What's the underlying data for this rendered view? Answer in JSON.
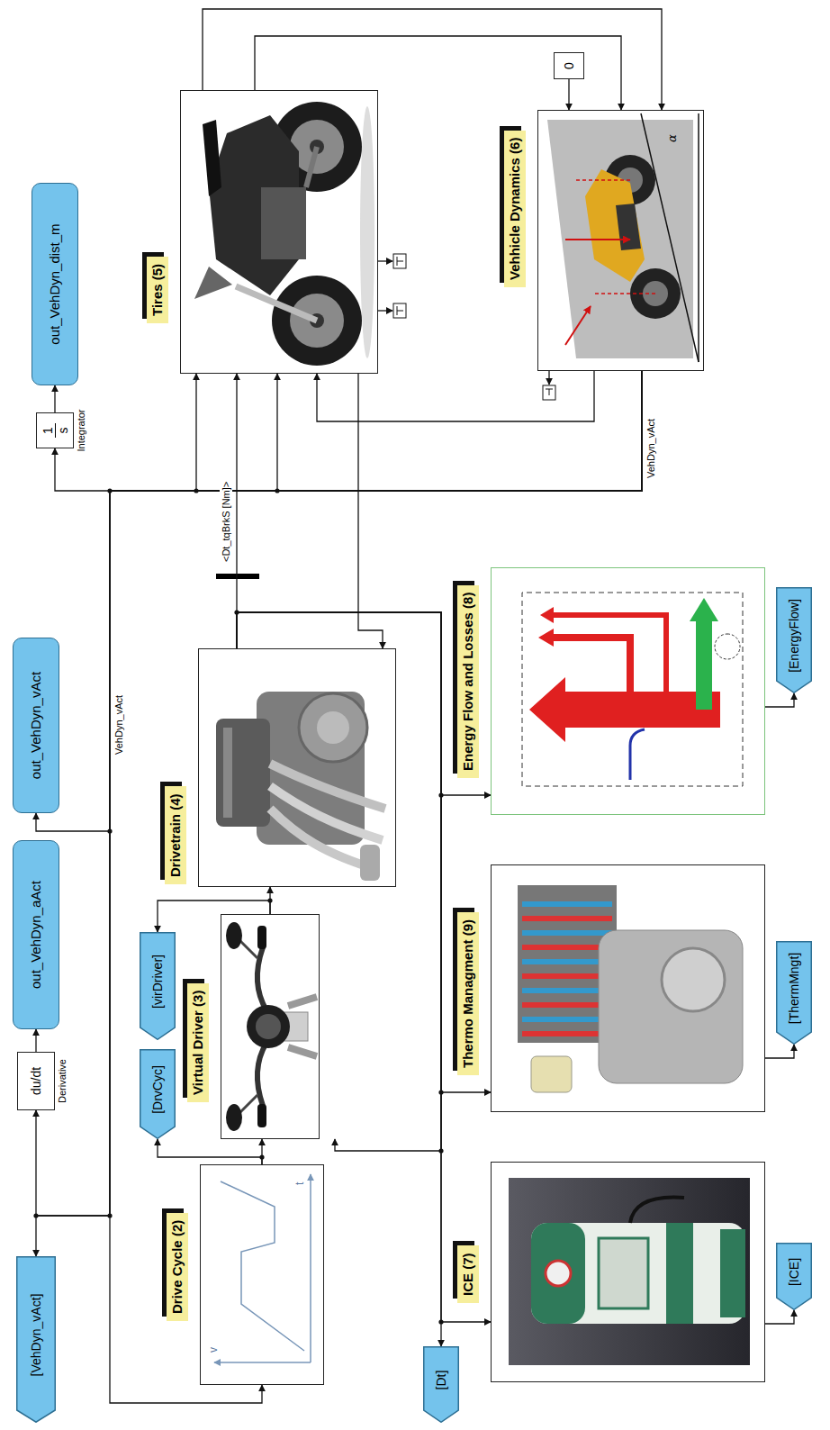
{
  "diagram": {
    "nodes": [
      {
        "text": [
          "[VehDyn_vAct]"
        ]
      },
      {
        "text": [
          "du/dt",
          "Derivative"
        ]
      },
      {
        "text": [
          "out_VehDyn_aAct"
        ]
      },
      {
        "text": [
          "out_VehDyn_vAct"
        ]
      },
      {
        "text": [
          "1",
          "s",
          "Integrator"
        ]
      },
      {
        "text": [
          "out_VehDyn_dist_m"
        ]
      },
      {
        "text": [
          "Drive Cycle (2)"
        ]
      },
      {
        "text": [
          "[DrvCyc]"
        ]
      },
      {
        "text": [
          "Virtual Driver (3)"
        ]
      },
      {
        "text": [
          "[virDriver]"
        ]
      },
      {
        "text": [
          "Drivetrain (4)"
        ]
      },
      {
        "text": [
          "Tires (5)"
        ]
      },
      {
        "text": [
          "Vehhicle Dynamics (6)"
        ]
      },
      {
        "text": [
          "0"
        ]
      },
      {
        "text": [
          "[Dt]"
        ]
      },
      {
        "text": [
          "ICE (7)"
        ]
      },
      {
        "text": [
          "[ICE]"
        ]
      },
      {
        "text": [
          "Thermo Managment (9)"
        ]
      },
      {
        "text": [
          "[ThermMngt]"
        ]
      },
      {
        "text": [
          "Energy Flow and Losses (8)"
        ]
      },
      {
        "text": [
          "[EnergyFlow]"
        ]
      }
    ],
    "edges": [
      {
        "from": 12,
        "to": 4,
        "arrow": "to"
      },
      {
        "from": 4,
        "to": 5,
        "arrow": "to"
      },
      {
        "from": 12,
        "to": 3,
        "arrow": "to"
      },
      {
        "from": 12,
        "to": 1,
        "arrow": "to"
      },
      {
        "from": 1,
        "to": 2,
        "arrow": "to"
      },
      {
        "from": 12,
        "to": 0,
        "arrow": "to"
      },
      {
        "from": 12,
        "to": 6,
        "arrow": "to"
      },
      {
        "from": 6,
        "to": 8,
        "arrow": "to"
      },
      {
        "from": 6,
        "to": 7,
        "arrow": "to"
      },
      {
        "from": 8,
        "to": 10,
        "arrow": "to"
      },
      {
        "from": 8,
        "to": 9,
        "arrow": "to"
      },
      {
        "from": 10,
        "to": 11,
        "label": "<Dt_tqBrkS [Nm]>",
        "arrow": "to"
      },
      {
        "from": 10,
        "to": 14,
        "arrow": "to"
      },
      {
        "from": 10,
        "to": 15,
        "arrow": "to"
      },
      {
        "from": 10,
        "to": 17,
        "arrow": "to"
      },
      {
        "from": 10,
        "to": 19,
        "arrow": "to"
      },
      {
        "from": 10,
        "to": 8,
        "arrow": "to"
      },
      {
        "from": 15,
        "to": 16,
        "arrow": "to"
      },
      {
        "from": 17,
        "to": 18,
        "arrow": "to"
      },
      {
        "from": 19,
        "to": 20,
        "arrow": "to"
      },
      {
        "from": 12,
        "to": 11,
        "arrow": "to"
      },
      {
        "from": 12,
        "to": 11,
        "arrow": "to"
      },
      {
        "from": 12,
        "to": 11,
        "arrow": "to"
      },
      {
        "from": 11,
        "to": 12,
        "arrow": "to"
      },
      {
        "from": 11,
        "to": 12,
        "arrow": "to"
      },
      {
        "from": 13,
        "to": 12,
        "arrow": "to"
      },
      {
        "from": 11,
        "to": 10,
        "arrow": "to"
      }
    ],
    "labels": [
      "VehDyn_vAct",
      "VehDyn_vAct",
      "v",
      "t",
      "α"
    ]
  }
}
